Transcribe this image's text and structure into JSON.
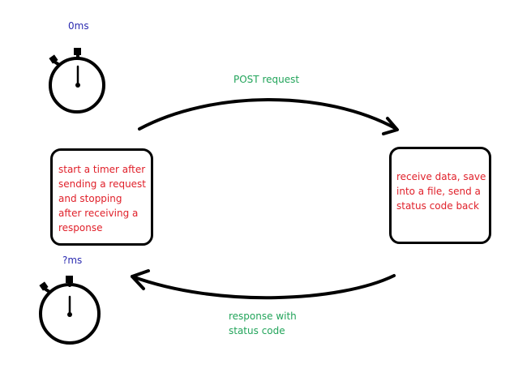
{
  "timers": {
    "top_label": "0ms",
    "bottom_label": "?ms"
  },
  "arrows": {
    "request_label": "POST request",
    "response_label": "response with\nstatus code"
  },
  "client_box": {
    "text": "start a timer after\nsending a request\nand stopping\nafter receiving a\nresponse"
  },
  "server_box": {
    "text": "receive data, save\ninto a file, send a\nstatus code back"
  },
  "colors": {
    "stroke": "#000000",
    "box_text": "#e0202a",
    "arrow_label": "#22a45a",
    "time_label": "#2b2bb0"
  }
}
